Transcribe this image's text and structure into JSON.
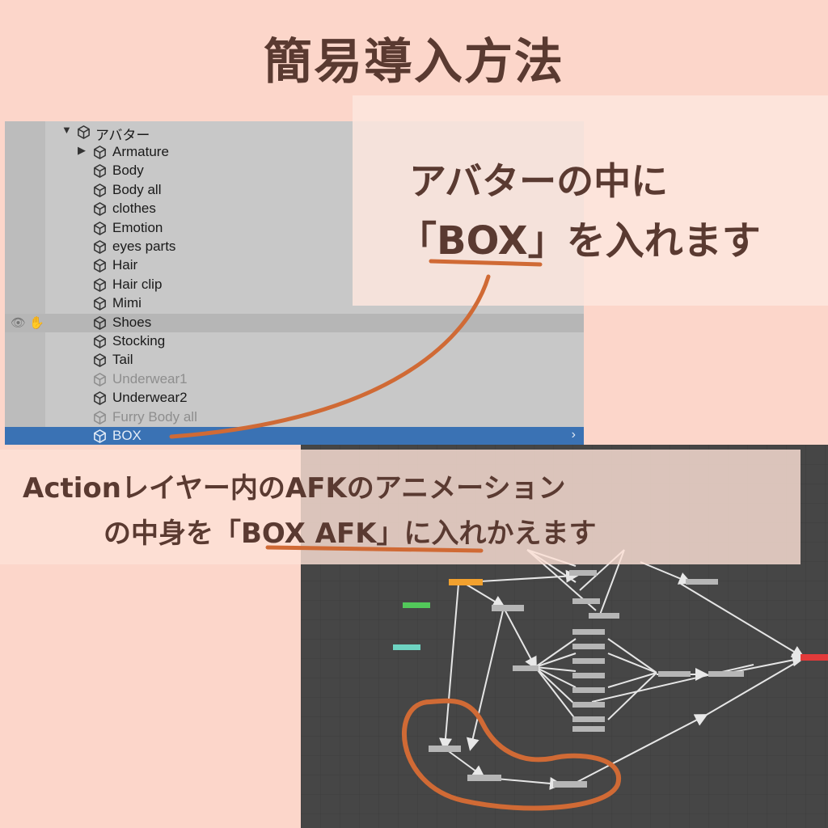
{
  "title": "簡易導入方法",
  "hierarchy": {
    "root": "アバター",
    "items": [
      {
        "label": "Armature",
        "state": "normal",
        "expandable": true
      },
      {
        "label": "Body",
        "state": "normal"
      },
      {
        "label": "Body all",
        "state": "normal"
      },
      {
        "label": "clothes",
        "state": "normal"
      },
      {
        "label": "Emotion",
        "state": "normal"
      },
      {
        "label": "eyes parts",
        "state": "normal"
      },
      {
        "label": "Hair",
        "state": "normal"
      },
      {
        "label": "Hair clip",
        "state": "normal"
      },
      {
        "label": "Mimi",
        "state": "normal"
      },
      {
        "label": "Shoes",
        "state": "hovered"
      },
      {
        "label": "Stocking",
        "state": "normal"
      },
      {
        "label": "Tail",
        "state": "normal"
      },
      {
        "label": "Underwear1",
        "state": "disabled"
      },
      {
        "label": "Underwear2",
        "state": "normal"
      },
      {
        "label": "Furry Body all",
        "state": "disabled"
      },
      {
        "label": "BOX",
        "state": "selected"
      }
    ]
  },
  "note1": {
    "line1": "アバターの中に",
    "line2": "「BOX」を入れます"
  },
  "note2": {
    "line1": "Actionレイヤー内のAFKのアニメーション",
    "line2": "の中身を「BOX AFK」に入れかえます"
  },
  "colors": {
    "background": "#fcd6ca",
    "text": "#5a3a31",
    "accent": "#d06a35",
    "selection": "#3a72b4",
    "animator_bg": "#464646"
  }
}
